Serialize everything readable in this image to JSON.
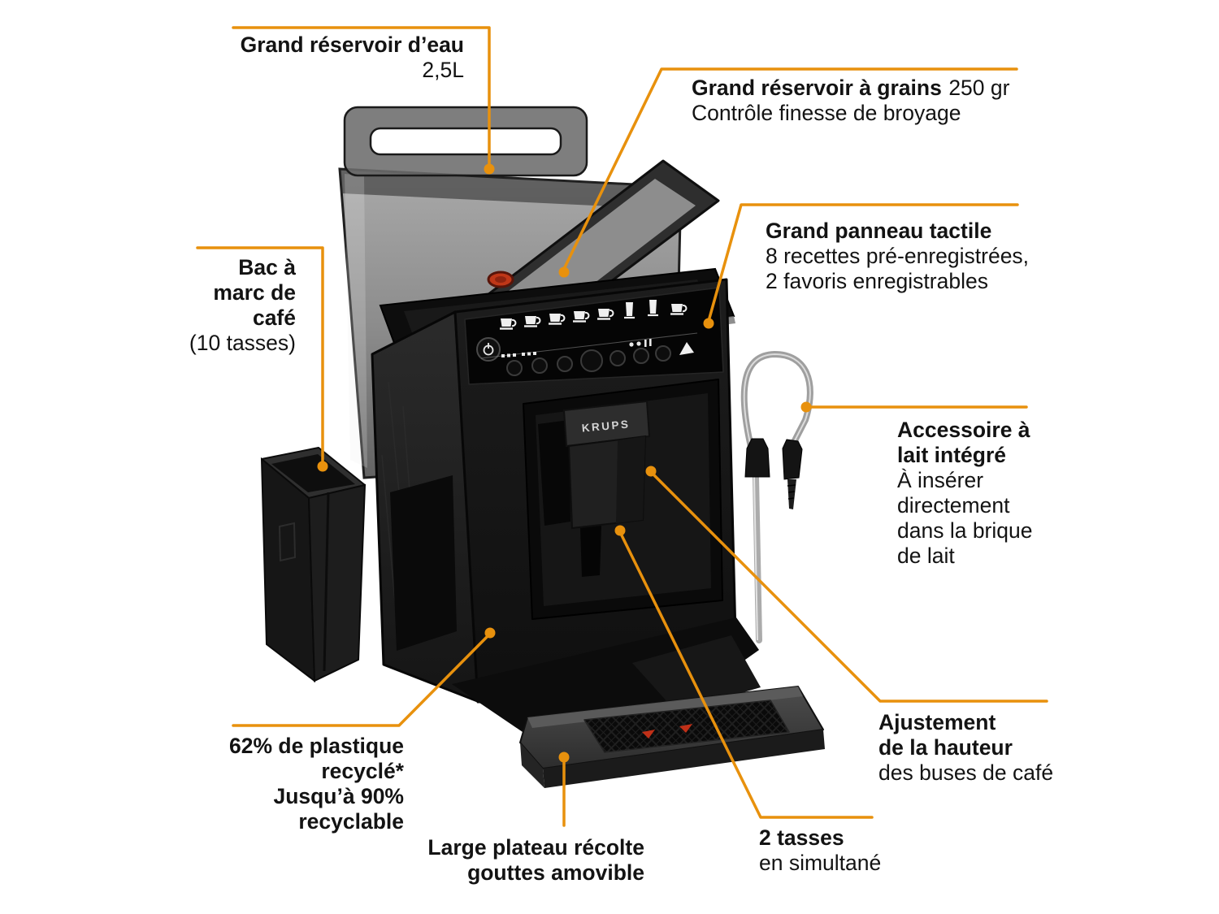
{
  "machine": {
    "brand_label": "KRUPS",
    "type": "automatic-espresso-machine-exploded-view"
  },
  "palette": {
    "accent_orange": "#E8910D",
    "text_color": "#131313",
    "background": "#FFFFFF",
    "grinder_knob_red": "#BF3718"
  },
  "callouts": {
    "water_tank": {
      "title": "Grand réservoir d’eau",
      "capacity": "2,5L"
    },
    "bean_hopper": {
      "title": "Grand réservoir à grains",
      "capacity": "250 gr",
      "detail": "Contrôle finesse de broyage"
    },
    "touch_panel": {
      "title": "Grand panneau tactile",
      "line1": "8 recettes pré-enregistrées,",
      "line2": "2 favoris enregistrables"
    },
    "grounds_bin": {
      "title_line1": "Bac à",
      "title_line2": "marc de",
      "title_line3": "café",
      "detail": "(10 tasses)"
    },
    "milk_accessory": {
      "title_line1": "Accessoire à",
      "title_line2": "lait intégré",
      "detail_line1": "À insérer",
      "detail_line2": "directement",
      "detail_line3": "dans la brique",
      "detail_line4": "de lait"
    },
    "spout_height": {
      "title_line1": "Ajustement",
      "title_line2": "de la hauteur",
      "detail": "des buses de café"
    },
    "recycled_plastic": {
      "line1": "62% de plastique",
      "line2": "recyclé*",
      "line3": "Jusqu’à 90%",
      "line4": "recyclable"
    },
    "drip_tray": {
      "line1": "Large plateau récolte",
      "line2": "gouttes amovible"
    },
    "two_cups": {
      "title": "2 tasses",
      "detail": "en simultané"
    }
  }
}
